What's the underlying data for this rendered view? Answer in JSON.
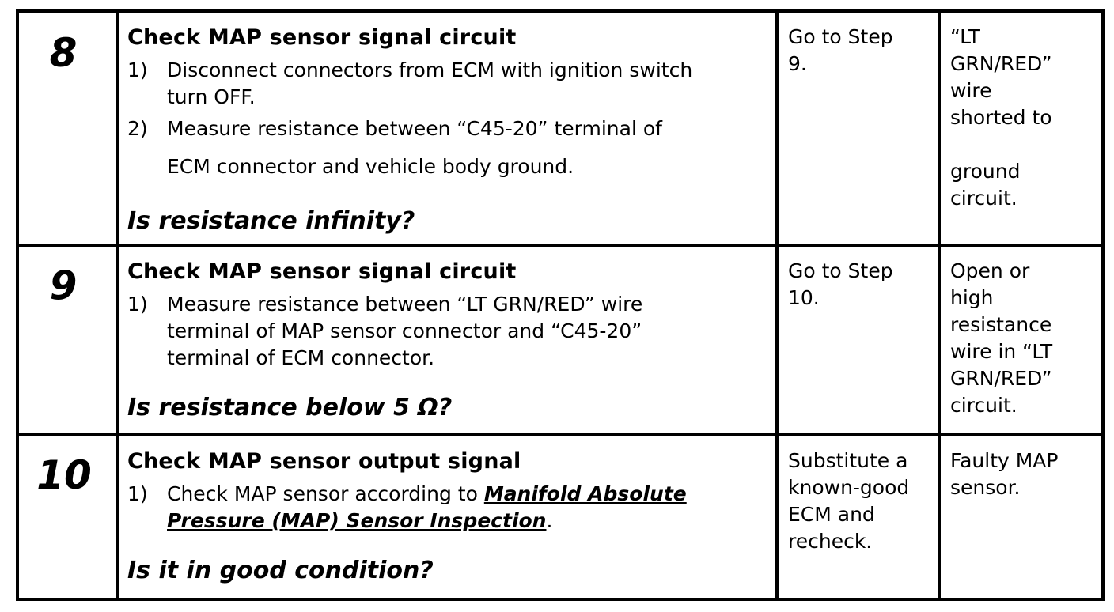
{
  "rows": [
    {
      "step": "8",
      "title": "Check MAP sensor signal circuit",
      "substeps": [
        {
          "num": "1)",
          "line1": "Disconnect connectors from ECM with ignition switch",
          "line2": "turn OFF."
        },
        {
          "num": "2)",
          "line1": "Measure resistance between “C45-20” terminal of",
          "line2": "ECM connector and vehicle body ground."
        }
      ],
      "question": "Is resistance infinity?",
      "yes": {
        "line1": "Go to Step",
        "line2": "9."
      },
      "no": {
        "line1": "“LT",
        "line2": "GRN/RED”",
        "line3": "wire",
        "line4": "shorted to",
        "line5": "ground",
        "line6": "circuit."
      }
    },
    {
      "step": "9",
      "title": "Check MAP sensor signal circuit",
      "substeps": [
        {
          "num": "1)",
          "line1": "Measure resistance between “LT GRN/RED” wire",
          "line2": "terminal of MAP sensor connector and “C45-20”",
          "line3": "terminal of ECM connector."
        }
      ],
      "question": "Is resistance below 5 Ω?",
      "yes": {
        "line1": "Go to Step",
        "line2": "10."
      },
      "no": {
        "line1": "Open or",
        "line2": "high",
        "line3": "resistance",
        "line4": "wire in “LT",
        "line5": "GRN/RED”",
        "line6": "circuit."
      }
    },
    {
      "step": "10",
      "title": "Check MAP sensor output signal",
      "substeps": [
        {
          "num": "1)",
          "prefix": "Check MAP sensor according to ",
          "link_line1": "Manifold Absolute",
          "link_line2": "Pressure (MAP) Sensor Inspection",
          "suffix": "."
        }
      ],
      "question": "Is it in good condition?",
      "yes": {
        "line1": "Substitute a",
        "line2": "known-good",
        "line3": "ECM and",
        "line4": "recheck."
      },
      "no": {
        "line1": "Faulty MAP",
        "line2": "sensor."
      }
    }
  ]
}
